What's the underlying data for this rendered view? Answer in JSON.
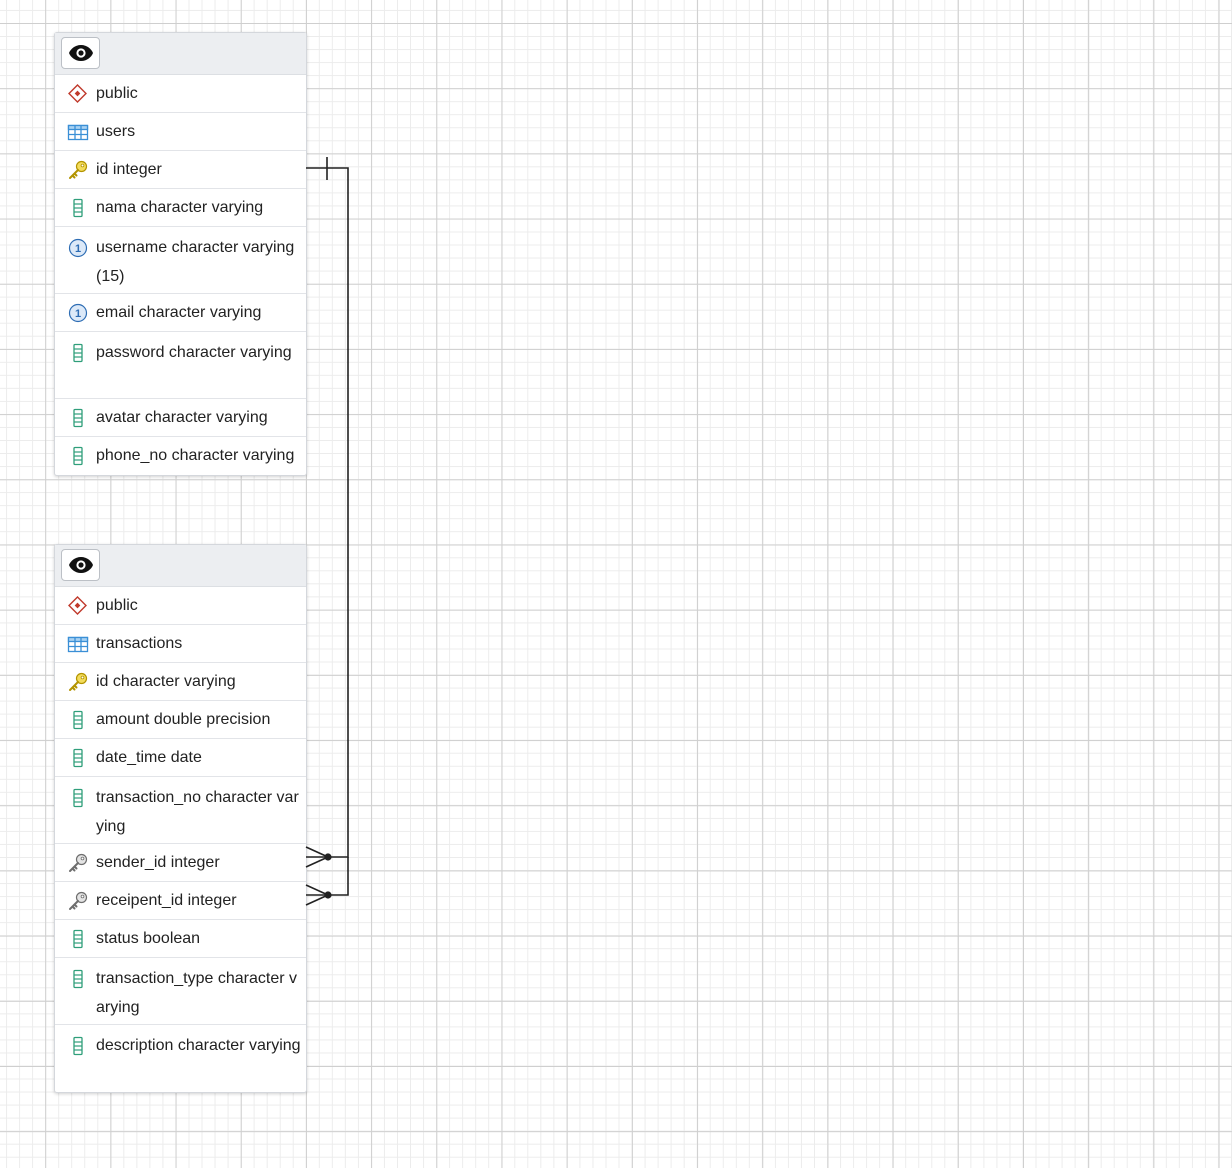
{
  "tables": [
    {
      "id": "users",
      "rows": [
        {
          "icon": "schema-icon",
          "text": "public"
        },
        {
          "icon": "table-icon",
          "text": "users"
        },
        {
          "icon": "primary-key-icon",
          "text": "id integer"
        },
        {
          "icon": "column-icon",
          "text": "nama character varying"
        },
        {
          "icon": "unique-icon",
          "text": "username character varying(15)"
        },
        {
          "icon": "unique-icon",
          "text": "email character varying"
        },
        {
          "icon": "column-icon",
          "text": "password character varying"
        },
        {
          "icon": "column-icon",
          "text": "avatar character varying"
        },
        {
          "icon": "column-icon",
          "text": "phone_no character varying"
        }
      ]
    },
    {
      "id": "transactions",
      "rows": [
        {
          "icon": "schema-icon",
          "text": "public"
        },
        {
          "icon": "table-icon",
          "text": "transactions"
        },
        {
          "icon": "primary-key-icon",
          "text": "id character varying"
        },
        {
          "icon": "column-icon",
          "text": "amount double precision"
        },
        {
          "icon": "column-icon",
          "text": "date_time date"
        },
        {
          "icon": "column-icon",
          "text": "transaction_no character varying"
        },
        {
          "icon": "foreign-key-icon",
          "text": "sender_id integer"
        },
        {
          "icon": "foreign-key-icon",
          "text": "receipent_id integer"
        },
        {
          "icon": "column-icon",
          "text": "status boolean"
        },
        {
          "icon": "column-icon",
          "text": "transaction_type character varying"
        },
        {
          "icon": "column-icon",
          "text": "description character varying"
        }
      ]
    }
  ],
  "relations": [
    {
      "from": "users.id",
      "to": "transactions.sender_id",
      "type": "one-to-many"
    },
    {
      "from": "users.id",
      "to": "transactions.receipent_id",
      "type": "one-to-many"
    }
  ],
  "colors": {
    "schema": "#c0392b",
    "table": "#3a8fd6",
    "primary_key": "#d4b300",
    "column": "#2f9e7a",
    "unique": "#2e6db4",
    "foreign_key": "#8a8a8a",
    "relation_line": "#222222"
  }
}
